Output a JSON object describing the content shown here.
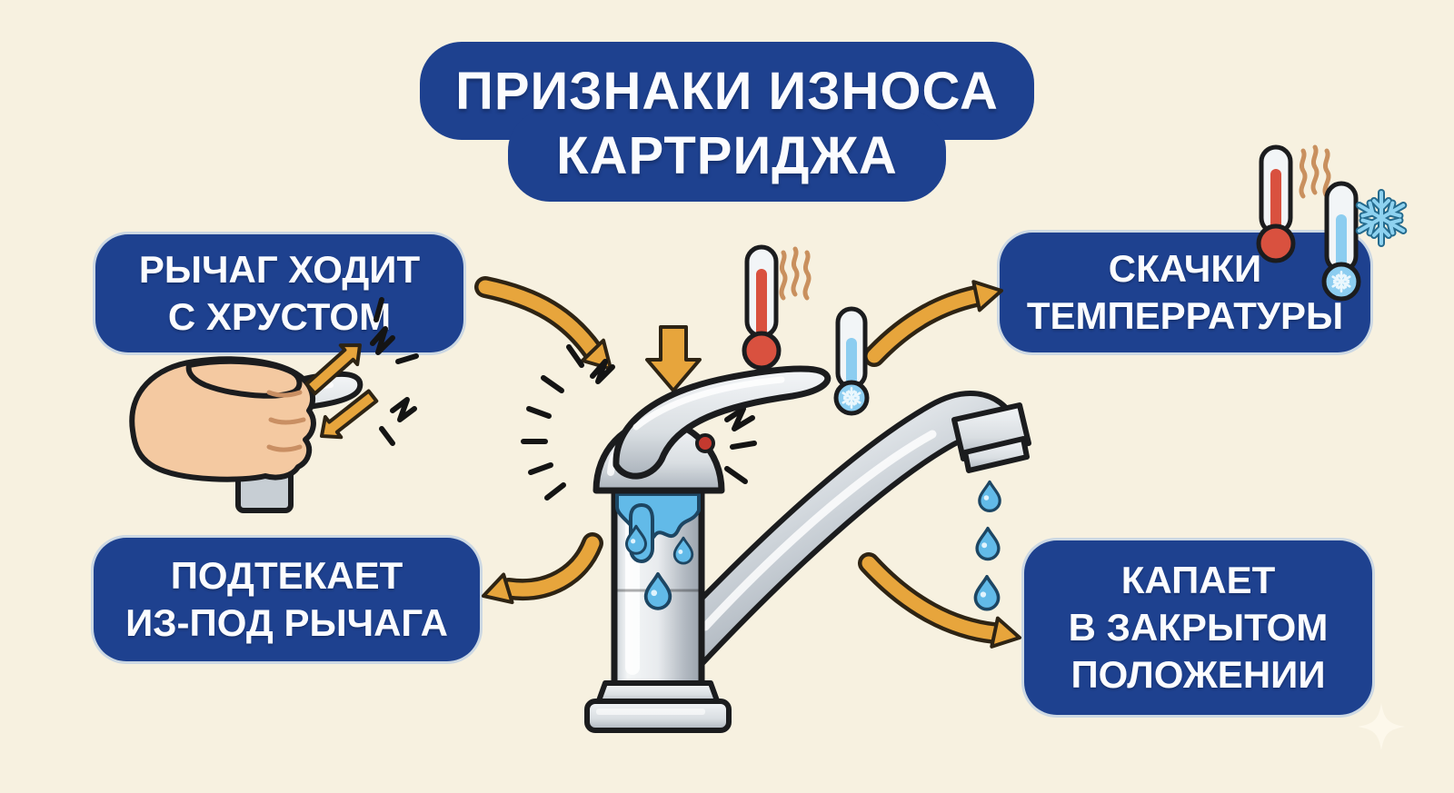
{
  "title": {
    "line1": "ПРИЗНАКИ ИЗНОСА",
    "line2": "КАРТРИДЖА"
  },
  "signs": [
    {
      "id": "lever-crunch",
      "position": "top-left",
      "lines": [
        "РЫЧАГ ХОДИТ",
        "С ХРУСТОМ"
      ]
    },
    {
      "id": "temperature-jumps",
      "position": "top-right",
      "lines": [
        "СКАЧКИ",
        "ТЕМПЕРРАТУРЫ"
      ]
    },
    {
      "id": "leak-under-lever",
      "position": "bottom-left",
      "lines": [
        "ПОДТЕКАЕТ",
        "ИЗ-ПОД РЫЧАГА"
      ]
    },
    {
      "id": "drips-when-closed",
      "position": "bottom-right",
      "lines": [
        "КАПАЕТ",
        "В ЗАКРЫТОМ",
        "ПОЛОЖЕНИИ"
      ]
    }
  ],
  "arrows": [
    {
      "from": "sign-lever-crunch",
      "to": "faucet-lever",
      "style": "curved"
    },
    {
      "from": "faucet",
      "to": "sign-temperature-jumps",
      "style": "curved"
    },
    {
      "from": "faucet",
      "to": "sign-leak-under-lever",
      "style": "curved"
    },
    {
      "from": "faucet-spout",
      "to": "sign-drips-when-closed",
      "style": "curved"
    },
    {
      "target": "faucet-lever",
      "style": "block-down"
    },
    {
      "target": "hand-lever",
      "style": "block-up-right"
    },
    {
      "target": "hand-lever",
      "style": "block-down-left"
    }
  ],
  "icons": {
    "faucet": "single-lever-faucet-illustration",
    "hand": "hand-on-lever-illustration",
    "hot_thermometer": "thermometer-hot-icon",
    "cold_thermometer": "thermometer-cold-icon",
    "heat_waves": "heat-waves-icon",
    "snowflake": "snowflake-icon",
    "water_drop": "water-drop-icon",
    "crunch": "crunch-marks-icon",
    "sparkle": "sparkle-watermark"
  },
  "colors": {
    "bg-cream": "#f7f1e0",
    "box-blue": "#1e418f",
    "box-halo": "rgba(170,195,230,0.55)",
    "text-white": "#fbfcfe",
    "arrow-orange": "#e7a53c",
    "arrow-outline": "#2e2414",
    "water-blue": "#62bae8",
    "water-outline": "#1d4663",
    "hot-red": "#d9513f",
    "cold-blue": "#8ccdf0",
    "heat-wave": "#c9905e",
    "flake-dark": "#256b8e",
    "flake-light": "#8ed2f0",
    "metal-outline": "#1b1c1e",
    "skin": "#f4c9a1",
    "crack-black": "#141414",
    "sparkle": "#fdf8ec"
  }
}
